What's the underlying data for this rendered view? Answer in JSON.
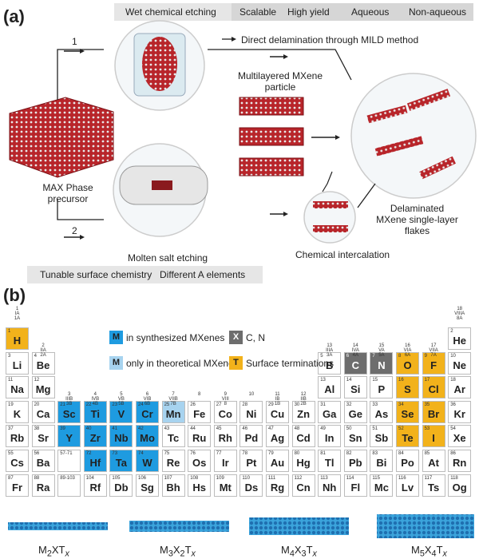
{
  "panel_a": {
    "label": "(a)",
    "wet_etching": {
      "title": "Wet chemical etching",
      "tags": [
        "Scalable",
        "High yield",
        "Aqueous",
        "Non-aqueous"
      ]
    },
    "route1": "1",
    "route2": "2",
    "mild": "Direct delamination through MILD method",
    "multilayer": "Multilayered MXene particle",
    "max_phase": "MAX Phase precursor",
    "delaminated": "Delaminated MXene single-layer flakes",
    "molten": {
      "title": "Molten salt etching",
      "tags": [
        "Tunable surface chemistry",
        "Different A elements"
      ]
    },
    "intercalation": "Chemical intercalation"
  },
  "panel_b": {
    "label": "(b)",
    "legend": {
      "M_synth": {
        "box": "M",
        "text": "in synthesized MXenes",
        "color": "#1e9be0"
      },
      "M_theor": {
        "box": "M",
        "text": "only in theoretical MXenes",
        "color": "#a7d3ef"
      },
      "X": {
        "box": "X",
        "text": "C, N",
        "color": "#6d6d6d"
      },
      "T": {
        "box": "T",
        "text": "Surface terminations",
        "color": "#f2b21b"
      }
    },
    "group_labels": {
      "g1": "1\nIA\n1A",
      "g2": "2\nIIA\n2A",
      "g3": "3\nIIIB\n3B",
      "g4": "4\nIVB\n4B",
      "g5": "5\nVB\n5B",
      "g6": "6\nVIB\n6B",
      "g7": "7\nVIIB\n7B",
      "g8": "8",
      "g9": "9\nVIII\n8",
      "g10": "10",
      "g11": "11\nIB\n1B",
      "g12": "12\nIIB\n2B",
      "g13": "13\nIIIA\n3A",
      "g14": "14\nIVA\n4A",
      "g15": "15\nVA\n5A",
      "g16": "16\nVIA\n6A",
      "g17": "17\nVIIA\n7A",
      "g18": "18\nVIIIA\n8A"
    },
    "elements": [
      {
        "n": "1",
        "s": "H",
        "c": "T"
      },
      {
        "n": "2",
        "s": "He",
        "c": ""
      },
      {
        "n": "3",
        "s": "Li",
        "c": ""
      },
      {
        "n": "4",
        "s": "Be",
        "c": ""
      },
      {
        "n": "5",
        "s": "B",
        "c": ""
      },
      {
        "n": "6",
        "s": "C",
        "c": "X"
      },
      {
        "n": "7",
        "s": "N",
        "c": "X"
      },
      {
        "n": "8",
        "s": "O",
        "c": "T"
      },
      {
        "n": "9",
        "s": "F",
        "c": "T"
      },
      {
        "n": "10",
        "s": "Ne",
        "c": ""
      },
      {
        "n": "11",
        "s": "Na",
        "c": ""
      },
      {
        "n": "12",
        "s": "Mg",
        "c": ""
      },
      {
        "n": "13",
        "s": "Al",
        "c": ""
      },
      {
        "n": "14",
        "s": "Si",
        "c": ""
      },
      {
        "n": "15",
        "s": "P",
        "c": ""
      },
      {
        "n": "16",
        "s": "S",
        "c": "T"
      },
      {
        "n": "17",
        "s": "Cl",
        "c": "T"
      },
      {
        "n": "18",
        "s": "Ar",
        "c": ""
      },
      {
        "n": "19",
        "s": "K",
        "c": ""
      },
      {
        "n": "20",
        "s": "Ca",
        "c": ""
      },
      {
        "n": "21",
        "s": "Sc",
        "c": "M"
      },
      {
        "n": "22",
        "s": "Ti",
        "c": "M"
      },
      {
        "n": "23",
        "s": "V",
        "c": "M"
      },
      {
        "n": "24",
        "s": "Cr",
        "c": "M"
      },
      {
        "n": "25",
        "s": "Mn",
        "c": "Mt"
      },
      {
        "n": "26",
        "s": "Fe",
        "c": ""
      },
      {
        "n": "27",
        "s": "Co",
        "c": ""
      },
      {
        "n": "28",
        "s": "Ni",
        "c": ""
      },
      {
        "n": "29",
        "s": "Cu",
        "c": ""
      },
      {
        "n": "30",
        "s": "Zn",
        "c": ""
      },
      {
        "n": "31",
        "s": "Ga",
        "c": ""
      },
      {
        "n": "32",
        "s": "Ge",
        "c": ""
      },
      {
        "n": "33",
        "s": "As",
        "c": ""
      },
      {
        "n": "34",
        "s": "Se",
        "c": "T"
      },
      {
        "n": "35",
        "s": "Br",
        "c": "T"
      },
      {
        "n": "36",
        "s": "Kr",
        "c": ""
      },
      {
        "n": "37",
        "s": "Rb",
        "c": ""
      },
      {
        "n": "38",
        "s": "Sr",
        "c": ""
      },
      {
        "n": "39",
        "s": "Y",
        "c": "M"
      },
      {
        "n": "40",
        "s": "Zr",
        "c": "M"
      },
      {
        "n": "41",
        "s": "Nb",
        "c": "M"
      },
      {
        "n": "42",
        "s": "Mo",
        "c": "M"
      },
      {
        "n": "43",
        "s": "Tc",
        "c": ""
      },
      {
        "n": "44",
        "s": "Ru",
        "c": ""
      },
      {
        "n": "45",
        "s": "Rh",
        "c": ""
      },
      {
        "n": "46",
        "s": "Pd",
        "c": ""
      },
      {
        "n": "47",
        "s": "Ag",
        "c": ""
      },
      {
        "n": "48",
        "s": "Cd",
        "c": ""
      },
      {
        "n": "49",
        "s": "In",
        "c": ""
      },
      {
        "n": "50",
        "s": "Sn",
        "c": ""
      },
      {
        "n": "51",
        "s": "Sb",
        "c": ""
      },
      {
        "n": "52",
        "s": "Te",
        "c": "T"
      },
      {
        "n": "53",
        "s": "I",
        "c": "T"
      },
      {
        "n": "54",
        "s": "Xe",
        "c": ""
      },
      {
        "n": "55",
        "s": "Cs",
        "c": ""
      },
      {
        "n": "56",
        "s": "Ba",
        "c": ""
      },
      {
        "n": "57-71",
        "s": "",
        "c": ""
      },
      {
        "n": "72",
        "s": "Hf",
        "c": "M"
      },
      {
        "n": "73",
        "s": "Ta",
        "c": "M"
      },
      {
        "n": "74",
        "s": "W",
        "c": "M"
      },
      {
        "n": "75",
        "s": "Re",
        "c": ""
      },
      {
        "n": "76",
        "s": "Os",
        "c": ""
      },
      {
        "n": "77",
        "s": "Ir",
        "c": ""
      },
      {
        "n": "78",
        "s": "Pt",
        "c": ""
      },
      {
        "n": "79",
        "s": "Au",
        "c": ""
      },
      {
        "n": "80",
        "s": "Hg",
        "c": ""
      },
      {
        "n": "81",
        "s": "Tl",
        "c": ""
      },
      {
        "n": "82",
        "s": "Pb",
        "c": ""
      },
      {
        "n": "83",
        "s": "Bi",
        "c": ""
      },
      {
        "n": "84",
        "s": "Po",
        "c": ""
      },
      {
        "n": "85",
        "s": "At",
        "c": ""
      },
      {
        "n": "86",
        "s": "Rn",
        "c": ""
      },
      {
        "n": "87",
        "s": "Fr",
        "c": ""
      },
      {
        "n": "88",
        "s": "Ra",
        "c": ""
      },
      {
        "n": "89-103",
        "s": "",
        "c": ""
      },
      {
        "n": "104",
        "s": "Rf",
        "c": ""
      },
      {
        "n": "105",
        "s": "Db",
        "c": ""
      },
      {
        "n": "106",
        "s": "Sg",
        "c": ""
      },
      {
        "n": "107",
        "s": "Bh",
        "c": ""
      },
      {
        "n": "108",
        "s": "Hs",
        "c": ""
      },
      {
        "n": "109",
        "s": "Mt",
        "c": ""
      },
      {
        "n": "110",
        "s": "Ds",
        "c": ""
      },
      {
        "n": "111",
        "s": "Rg",
        "c": ""
      },
      {
        "n": "112",
        "s": "Cn",
        "c": ""
      },
      {
        "n": "113",
        "s": "Nh",
        "c": ""
      },
      {
        "n": "114",
        "s": "Fl",
        "c": ""
      },
      {
        "n": "115",
        "s": "Mc",
        "c": ""
      },
      {
        "n": "116",
        "s": "Lv",
        "c": ""
      },
      {
        "n": "117",
        "s": "Ts",
        "c": ""
      },
      {
        "n": "118",
        "s": "Og",
        "c": ""
      }
    ],
    "formulas": [
      {
        "m": "M",
        "ms": "2",
        "x": "X",
        "xs": "",
        "t": "T",
        "ts": "x"
      },
      {
        "m": "M",
        "ms": "3",
        "x": "X",
        "xs": "2",
        "t": "T",
        "ts": "x"
      },
      {
        "m": "M",
        "ms": "4",
        "x": "X",
        "xs": "3",
        "t": "T",
        "ts": "x"
      },
      {
        "m": "M",
        "ms": "5",
        "x": "X",
        "xs": "4",
        "t": "T",
        "ts": "x"
      }
    ]
  }
}
